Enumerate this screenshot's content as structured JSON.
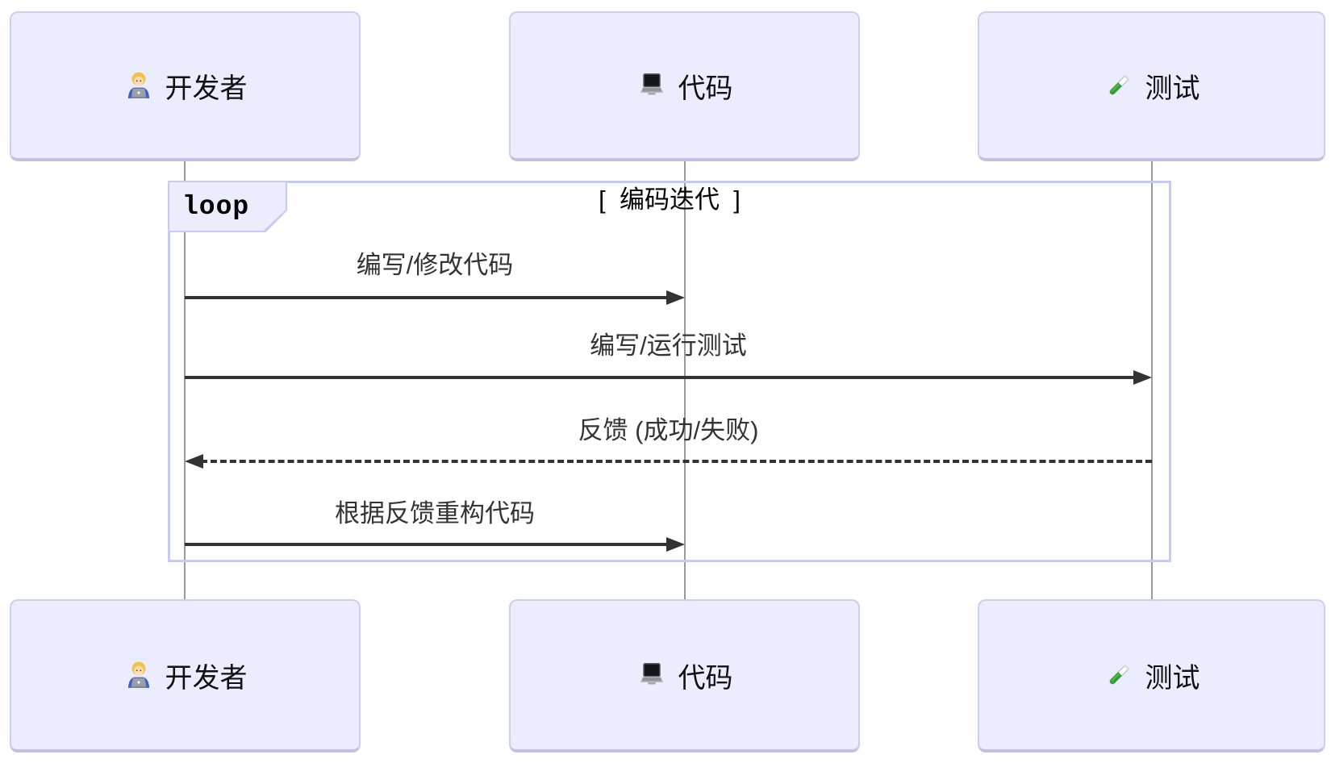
{
  "diagram": {
    "type": "sequence",
    "actors": [
      {
        "name": "开发者",
        "emoji": "👨‍💻",
        "icon": "man-technologist"
      },
      {
        "name": "代码",
        "emoji": "💻",
        "icon": "laptop"
      },
      {
        "name": "测试",
        "emoji": "🧪",
        "icon": "test-tube"
      }
    ],
    "loop": {
      "keyword": "loop",
      "condition": "[  编码迭代  ]"
    },
    "messages": [
      {
        "from": "开发者",
        "to": "代码",
        "text": "编写/修改代码",
        "line": "solid",
        "arrowhead": "filled-right"
      },
      {
        "from": "开发者",
        "to": "测试",
        "text": "编写/运行测试",
        "line": "solid",
        "arrowhead": "filled-right"
      },
      {
        "from": "测试",
        "to": "开发者",
        "text": "反馈 (成功/失败)",
        "line": "dashed",
        "arrowhead": "filled-left"
      },
      {
        "from": "开发者",
        "to": "代码",
        "text": "根据反馈重构代码",
        "line": "solid",
        "arrowhead": "filled-right"
      }
    ],
    "colors": {
      "actor_fill": "#ECECFF",
      "actor_border": "#CDCDF0",
      "loop_border": "#C5CAF2",
      "message_text": "#333333",
      "arrow": "#333333",
      "lifeline": "#9a9a9a",
      "background": "#ffffff"
    }
  }
}
